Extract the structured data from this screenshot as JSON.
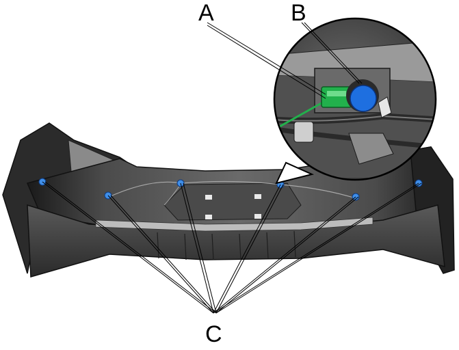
{
  "labels": {
    "a": "A",
    "b": "B",
    "c": "C"
  },
  "parts": {
    "connector_color": "#22b14c",
    "sensor_color": "#1e6fe0",
    "clip_color": "#3f8ee8",
    "bumper_color": "#3a3a3a"
  }
}
